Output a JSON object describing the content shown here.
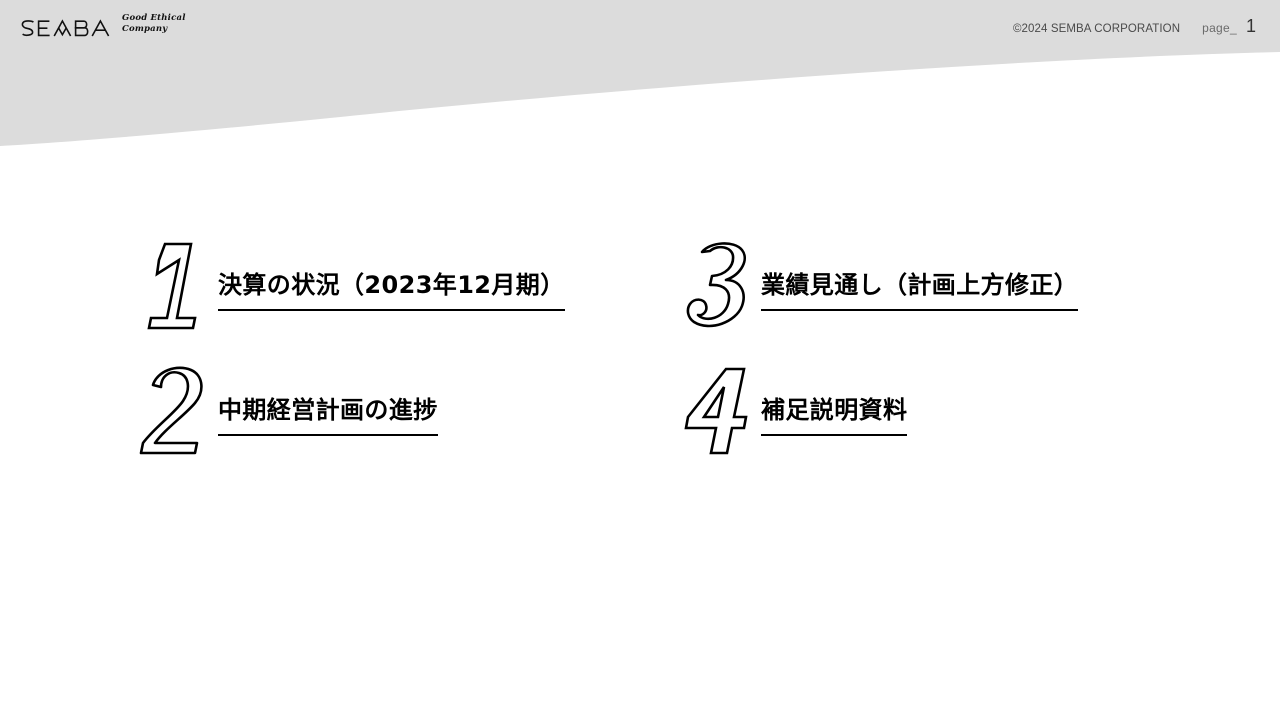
{
  "header": {
    "logo_text": "SEMBA",
    "logo_icon": "semba-wordmark",
    "tagline": "Good Ethical\nCompany",
    "copyright": "©2024 SEMBA CORPORATION",
    "page_label": "page_",
    "page_number": "1"
  },
  "decoration": {
    "arc_color": "#dcdcdc",
    "band_name": "gray-arc-band"
  },
  "agenda": {
    "items": [
      {
        "number": "1",
        "number_icon": "outline-numeral-1",
        "title": "決算の状況（2023年12月期）"
      },
      {
        "number": "3",
        "number_icon": "outline-numeral-3",
        "title": "業績見通し（計画上方修正）"
      },
      {
        "number": "2",
        "number_icon": "outline-numeral-2",
        "title": "中期経営計画の進捗"
      },
      {
        "number": "4",
        "number_icon": "outline-numeral-4",
        "title": "補足説明資料"
      }
    ]
  },
  "colors": {
    "background": "#ffffff",
    "gray": "#dcdcdc",
    "text": "#000000",
    "muted": "#4a4a4a"
  }
}
